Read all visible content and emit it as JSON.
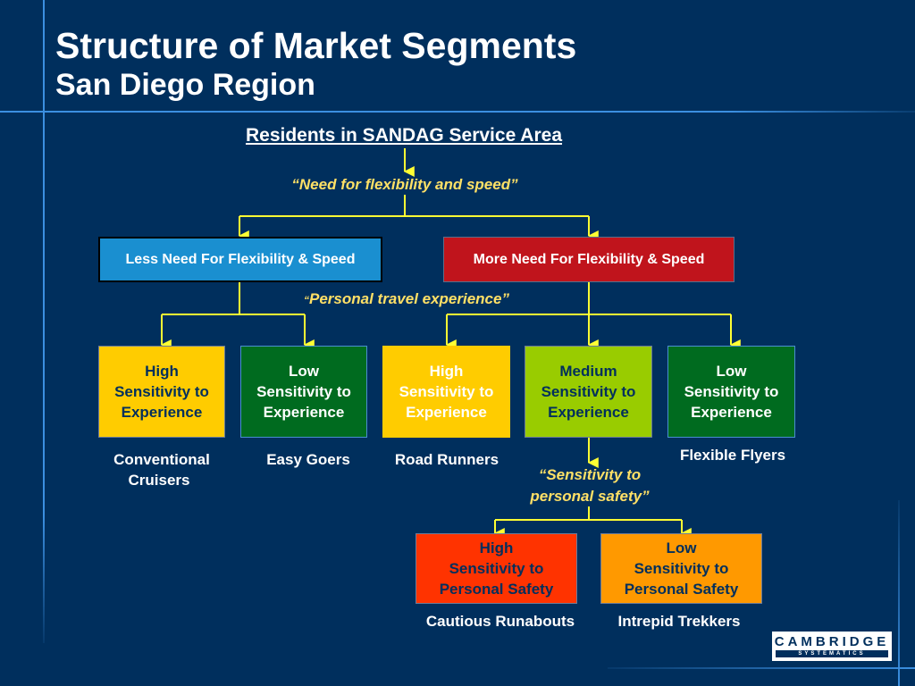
{
  "title": "Structure of Market Segments",
  "subtitle": "San Diego Region",
  "root_label": "Residents in SANDAG Service Area",
  "question1": "“Need for flexibility and speed”",
  "question2_open": "“",
  "question2": "Personal travel experience”",
  "question3_line1": "“Sensitivity to",
  "question3_line2": "personal safety”",
  "level1": {
    "less": "Less Need For Flexibility & Speed",
    "more": "More Need For Flexibility & Speed"
  },
  "level2": [
    {
      "line1": "High",
      "line2": "Sensitivity to",
      "line3": "Experience",
      "segment_line1": "Conventional",
      "segment_line2": "Cruisers"
    },
    {
      "line1": "Low",
      "line2": "Sensitivity to",
      "line3": "Experience",
      "segment_line1": "Easy Goers",
      "segment_line2": ""
    },
    {
      "line1": "High",
      "line2": "Sensitivity to",
      "line3": "Experience",
      "segment_line1": "Road Runners",
      "segment_line2": ""
    },
    {
      "line1": "Medium",
      "line2": "Sensitivity to",
      "line3": "Experience",
      "segment_line1": "",
      "segment_line2": ""
    },
    {
      "line1": "Low",
      "line2": "Sensitivity to",
      "line3": "Experience",
      "segment_line1": "Flexible Flyers",
      "segment_line2": ""
    }
  ],
  "level3": [
    {
      "line1": "High",
      "line2": "Sensitivity to",
      "line3": "Personal Safety",
      "segment": "Cautious Runabouts"
    },
    {
      "line1": "Low",
      "line2": "Sensitivity to",
      "line3": "Personal Safety",
      "segment": "Intrepid Trekkers"
    }
  ],
  "logo": {
    "top": "CAMBRIDGE",
    "bottom": "SYSTEMATICS"
  },
  "colors": {
    "background": "#002f5d",
    "connector": "#ffff33",
    "less_box": "#1a8fd0",
    "more_box": "#c0141c",
    "high_exp": "#ffcc00",
    "low_exp": "#006b1f",
    "medium_exp": "#99cc00",
    "high_safety": "#ff3300",
    "low_safety": "#ff9900"
  }
}
